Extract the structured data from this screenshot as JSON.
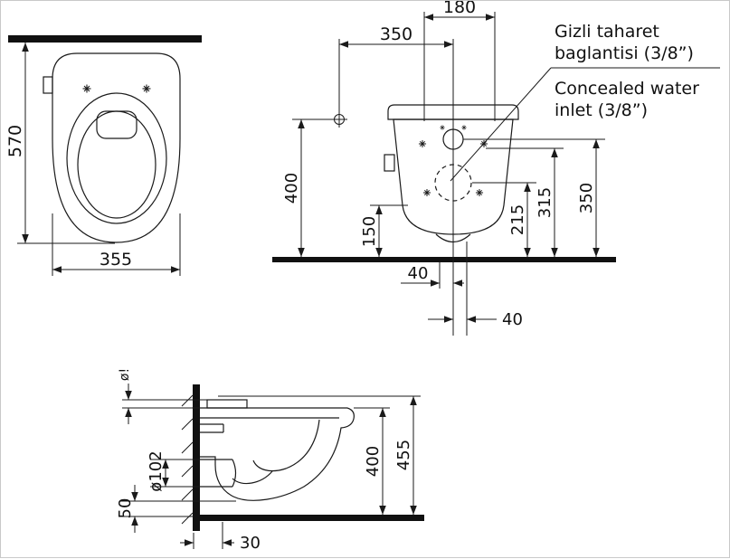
{
  "plan_view": {
    "dim_depth": "570",
    "dim_width": "355"
  },
  "front_view": {
    "dim_top_width": "180",
    "dim_inlet_offset": "350",
    "dim_height": "400",
    "dim_rim_height": "150",
    "dim_outlet_height": "215",
    "dim_315": "315",
    "dim_inlet_height": "350",
    "dim_offset_left": "40",
    "dim_offset_right": "40",
    "note_turkish_line1": "Gizli taharet",
    "note_turkish_line2": "baglantisi (3/8”)",
    "note_english_line1": "Concealed water",
    "note_english_line2": "inlet (3/8”)"
  },
  "side_view": {
    "dim_hole": "ø!",
    "dim_outlet_diameter": "ø102",
    "dim_floor_gap": "50",
    "dim_rim_height": "400",
    "dim_total_height": "455",
    "dim_wall_gap": "30"
  }
}
